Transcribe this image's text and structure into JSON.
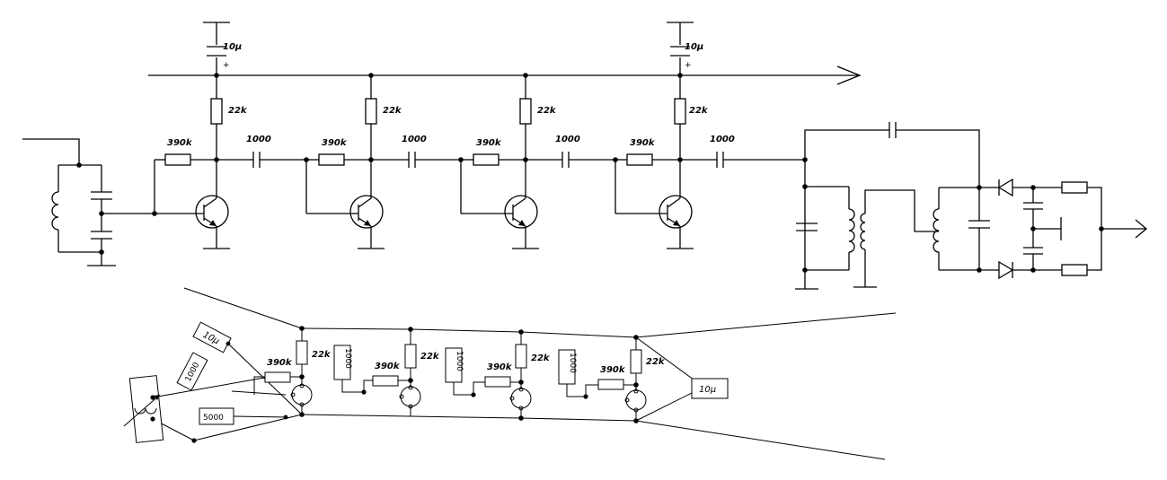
{
  "labels": {
    "cap_supply": "10μ",
    "cap_plus": "+",
    "r_collector": "22k",
    "r_bias": "390k",
    "cap_coupling": "1000",
    "cap_supply_layout": "10μ",
    "cap_input_layout": "1000",
    "cap_tuning_layout": "5000"
  }
}
